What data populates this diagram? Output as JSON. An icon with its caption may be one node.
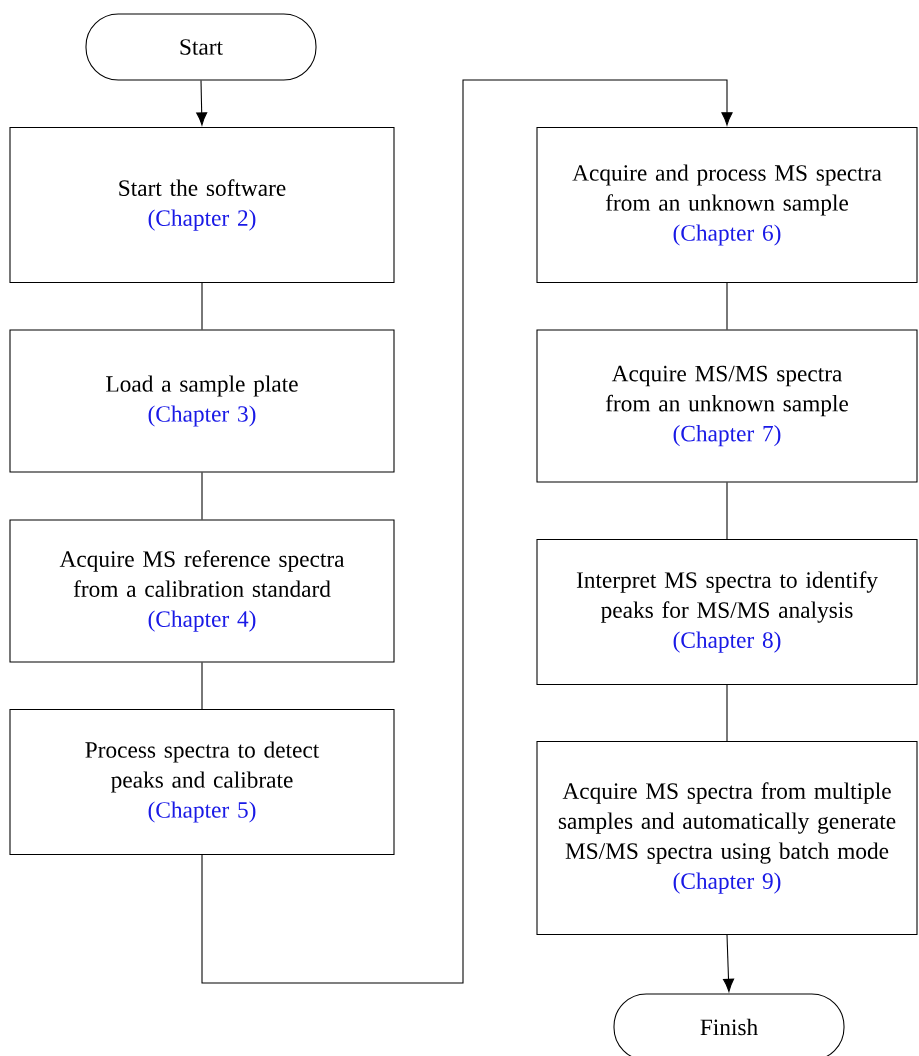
{
  "diagram": {
    "nodes": [
      {
        "text": [
          "Start"
        ]
      },
      {
        "text": [
          "Start the software",
          "(Chapter 2)"
        ]
      },
      {
        "text": [
          "Load a sample plate",
          "(Chapter 3)"
        ]
      },
      {
        "text": [
          "Acquire MS reference spectra from a calibration standard",
          "(Chapter 4)"
        ]
      },
      {
        "text": [
          "Process spectra to detect peaks and calibrate",
          "(Chapter 5)"
        ]
      },
      {
        "text": [
          "Acquire and process MS spectra from an unknown sample",
          "(Chapter 6)"
        ]
      },
      {
        "text": [
          "Acquire MS/MS spectra from an unknown sample",
          "(Chapter 7)"
        ]
      },
      {
        "text": [
          "Interpret MS spectra to identify peaks for MS/MS analysis",
          "(Chapter 8)"
        ]
      },
      {
        "text": [
          "Acquire MS spectra from multiple samples and automatically generate MS/MS spectra using batch mode",
          "(Chapter 9)"
        ]
      },
      {
        "text": [
          "Finish"
        ]
      }
    ],
    "edges": [
      {
        "from": 0,
        "to": 1,
        "arrow": "to"
      },
      {
        "from": 1,
        "to": 2,
        "arrow": "none"
      },
      {
        "from": 2,
        "to": 3,
        "arrow": "none"
      },
      {
        "from": 3,
        "to": 4,
        "arrow": "none"
      },
      {
        "from": 4,
        "to": 5,
        "arrow": "to"
      },
      {
        "from": 5,
        "to": 6,
        "arrow": "none"
      },
      {
        "from": 6,
        "to": 7,
        "arrow": "none"
      },
      {
        "from": 7,
        "to": 8,
        "arrow": "none"
      },
      {
        "from": 8,
        "to": 9,
        "arrow": "to"
      }
    ]
  }
}
